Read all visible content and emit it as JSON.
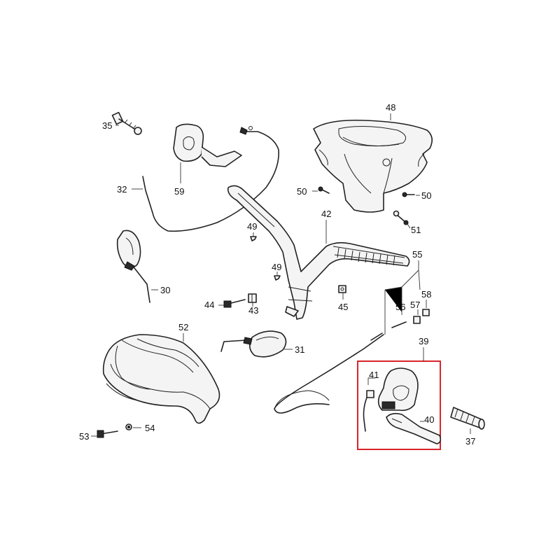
{
  "diagram": {
    "callouts": {
      "p35": "35",
      "p59": "59",
      "p48": "48",
      "p32": "32",
      "p50a": "50",
      "p50b": "50",
      "p42": "42",
      "p51": "51",
      "p49a": "49",
      "p49b": "49",
      "p30": "30",
      "p55": "55",
      "p44": "44",
      "p43": "43",
      "p45": "45",
      "p56": "56",
      "p57": "57",
      "p58": "58",
      "p52": "52",
      "p31": "31",
      "p39": "39",
      "p41": "41",
      "p40": "40",
      "p37": "37",
      "p53": "53",
      "p54": "54"
    },
    "highlight_color": "#d9242b",
    "line_color": "#222222"
  }
}
